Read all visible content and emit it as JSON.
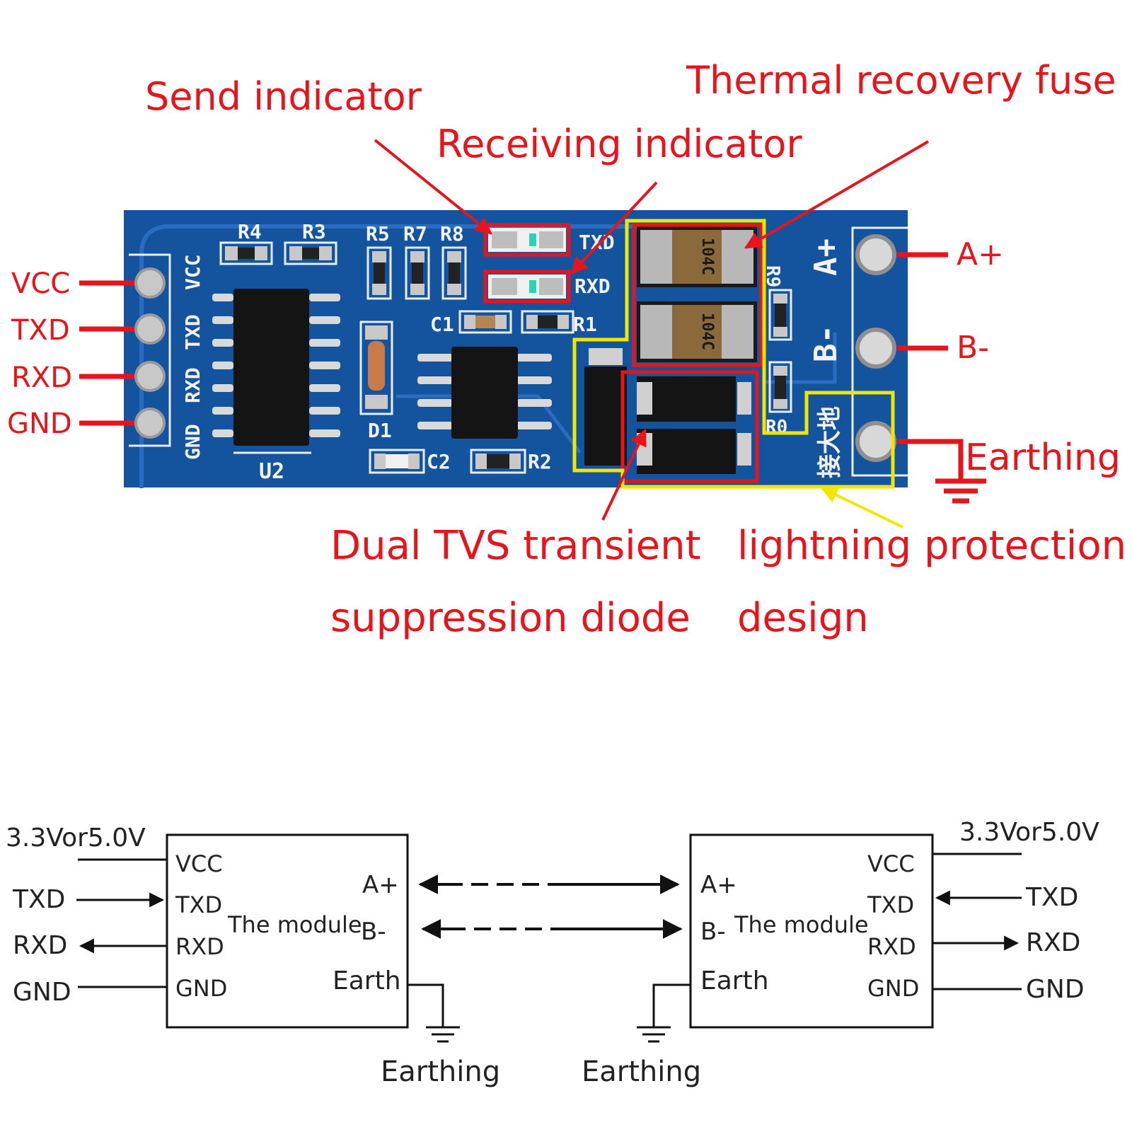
{
  "colors": {
    "callout": "#e8141c",
    "highlight": "#f0e600",
    "pcb": "#14539e",
    "ink": "#111111"
  },
  "annotations": {
    "send_indicator": "Send indicator",
    "receiving_indicator": "Receiving indicator",
    "thermal_fuse": "Thermal recovery fuse",
    "tvs_line1": "Dual TVS transient",
    "tvs_line2": "suppression diode",
    "lightning_line1": "lightning protection",
    "lightning_line2": "design",
    "earthing": "Earthing"
  },
  "board": {
    "left_pins": [
      "VCC",
      "TXD",
      "RXD",
      "GND"
    ],
    "right_pins": [
      "A+",
      "B-"
    ],
    "silk": {
      "vcc": "VCC",
      "txd": "TXD",
      "rxd": "RXD",
      "gnd": "GND",
      "txd_led": "TXD",
      "rxd_led": "RXD",
      "r4": "R4",
      "r3": "R3",
      "r5": "R5",
      "r7": "R7",
      "r8": "R8",
      "c1": "C1",
      "r1": "R1",
      "d1": "D1",
      "c2": "C2",
      "r2": "R2",
      "u2": "U2",
      "r9": "R9",
      "r0": "R0",
      "a_plus": "A+",
      "b_minus": "B-",
      "earth_cn": "接大地",
      "fuse1": "104C",
      "fuse2": "104C"
    }
  },
  "wiring": {
    "left": {
      "supply": "3.3Vor5.0V",
      "signals": [
        "TXD",
        "RXD",
        "GND"
      ],
      "module_pins": [
        "VCC",
        "TXD",
        "RXD",
        "GND"
      ],
      "module_name": "The module",
      "bus_pins": [
        "A+",
        "B-"
      ],
      "earth_pin": "Earth",
      "earthing": "Earthing"
    },
    "right": {
      "supply": "3.3Vor5.0V",
      "signals": [
        "TXD",
        "RXD",
        "GND"
      ],
      "module_pins": [
        "VCC",
        "TXD",
        "RXD",
        "GND"
      ],
      "module_name": "The module",
      "bus_pins": [
        "A+",
        "B-"
      ],
      "earth_pin": "Earth",
      "earthing": "Earthing"
    }
  }
}
